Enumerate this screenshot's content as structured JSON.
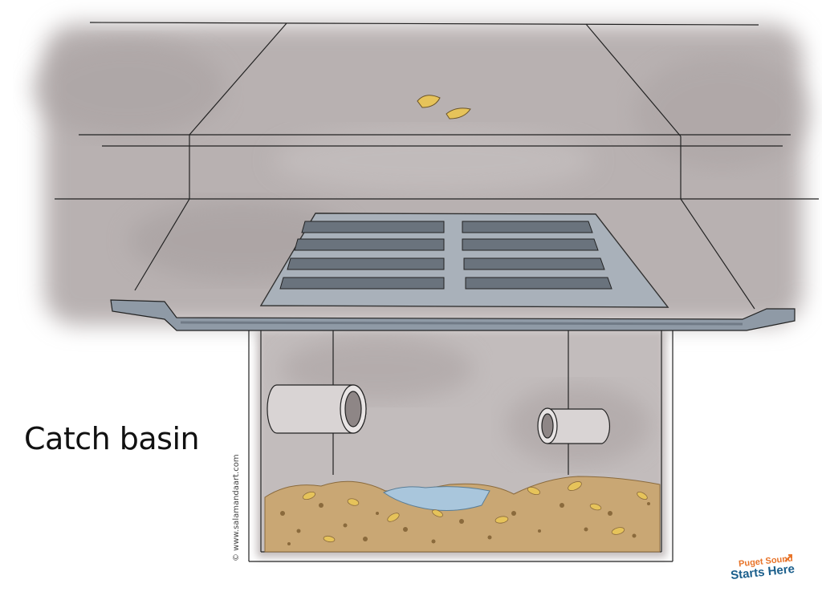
{
  "title": "Catch basin",
  "credit": "© www.salamandaart.com",
  "logo": {
    "line1": "Puget Sound",
    "line2": "Starts Here"
  },
  "colors": {
    "concrete": "#b5aeae",
    "concrete_dark": "#9b9494",
    "grate": "#9aa4ae",
    "grate_slot": "#5d6670",
    "debris": "#c9a774",
    "leaf": "#e6c35a",
    "water": "#a9c6dc",
    "logo_orange": "#e8742a",
    "logo_blue": "#1b5f8c"
  },
  "icons": [
    "leaf-icon",
    "arrow-icon"
  ]
}
